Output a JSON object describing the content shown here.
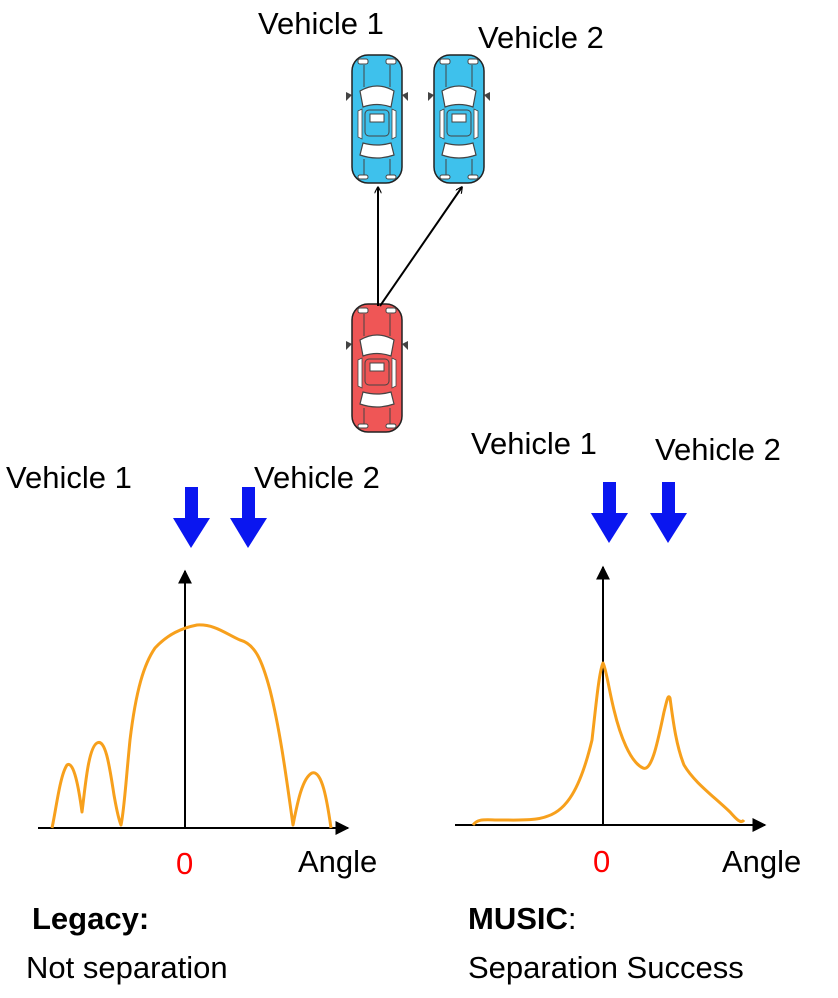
{
  "top": {
    "vehicle1_label": "Vehicle 1",
    "vehicle2_label": "Vehicle 2"
  },
  "left_plot": {
    "vehicle1_label": "Vehicle 1",
    "vehicle2_label": "Vehicle 2",
    "zero_label": "0",
    "x_axis_label": "Angle",
    "method_title": "Legacy:",
    "method_result": "Not separation"
  },
  "right_plot": {
    "vehicle1_label": "Vehicle 1",
    "vehicle2_label": "Vehicle 2",
    "zero_label": "0",
    "x_axis_label": "Angle",
    "method_title": "MUSIC",
    "method_colon": ":",
    "method_result": "Separation Success"
  },
  "colors": {
    "target_car": "#3ec1ec",
    "ego_car": "#ef5656",
    "spectrum_curve": "#f7a01c",
    "direction_arrow": "#0a16f0",
    "zero_label": "#ff0000"
  }
}
